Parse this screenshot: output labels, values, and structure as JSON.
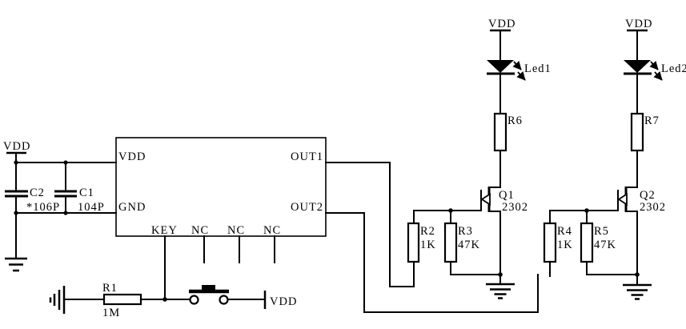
{
  "diagram": {
    "type": "circuit schematic - key-controlled dual LED driver",
    "colors": {
      "background": "#ffffff",
      "line": "#000000"
    },
    "power_terminals": {
      "top_left": "VDD",
      "button_pullup": "VDD",
      "led1_supply": "VDD",
      "led2_supply": "VDD"
    },
    "ic": {
      "pins": {
        "vdd": "VDD",
        "gnd": "GND",
        "out1": "OUT1",
        "out2": "OUT2",
        "key": "KEY",
        "nc1": "NC",
        "nc2": "NC",
        "nc3": "NC"
      }
    },
    "capacitors": {
      "c2": {
        "ref": "C2",
        "value": "*106P"
      },
      "c1": {
        "ref": "C1",
        "value": "104P"
      }
    },
    "resistors": {
      "r1": {
        "ref": "R1",
        "value": "1M"
      },
      "r2": {
        "ref": "R2",
        "value": "1K"
      },
      "r3": {
        "ref": "R3",
        "value": "47K"
      },
      "r4": {
        "ref": "R4",
        "value": "1K"
      },
      "r5": {
        "ref": "R5",
        "value": "47K"
      },
      "r6": {
        "ref": "R6"
      },
      "r7": {
        "ref": "R7"
      }
    },
    "transistors": {
      "q1": {
        "ref": "Q1",
        "part": "2302"
      },
      "q2": {
        "ref": "Q2",
        "part": "2302"
      }
    },
    "leds": {
      "led1": {
        "ref": "Led1"
      },
      "led2": {
        "ref": "Led2"
      }
    }
  }
}
